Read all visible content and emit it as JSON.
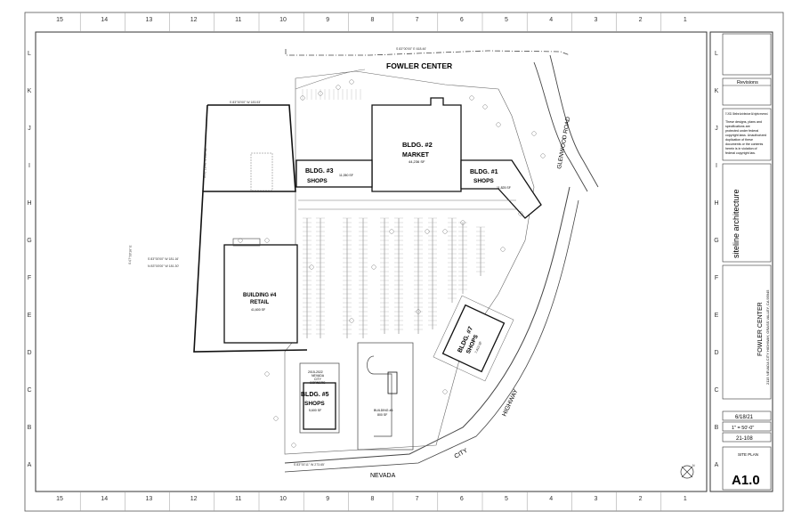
{
  "title_block": {
    "revisions_label": "Revisions",
    "copyright": "© 2021 Siteline Architecture All rights reserved.",
    "disclaimer": [
      "These designs, plans and",
      "specifications are",
      "protected under federal",
      "copyright laws. Unauthorized",
      "duplication of these",
      "documents or the contents",
      "herein is in violation of",
      "federal copyright law."
    ],
    "firm_name": "siteline architecture",
    "project_name": "FOWLER CENTER",
    "project_address": "2115 NEVADA CITY HIGHWAY, GRASS VALLEY, CA 95945",
    "date": "6/18/21",
    "scale": "1\" = 50'-0\"",
    "job_number": "21-108",
    "sheet_title": "SITE PLAN",
    "sheet_number": "A1.0"
  },
  "grid": {
    "columns": [
      "15",
      "14",
      "13",
      "12",
      "11",
      "10",
      "9",
      "8",
      "7",
      "6",
      "5",
      "4",
      "3",
      "2",
      "1"
    ],
    "rows": [
      "L",
      "K",
      "J",
      "I",
      "H",
      "G",
      "F",
      "E",
      "D",
      "C",
      "B",
      "A"
    ]
  },
  "site": {
    "center_name": "FOWLER CENTER",
    "roads": {
      "glenwood": "GLENWOOD ROAD",
      "highway": "HIGHWAY",
      "city": "CITY",
      "nevada": "NEVADA"
    },
    "buildings": [
      {
        "name": "BLDG. #2",
        "use": "MARKET",
        "area": "44,236 SF"
      },
      {
        "name": "BLDG. #3",
        "use": "SHOPS",
        "area": "11,050 SF"
      },
      {
        "name": "BLDG. #1",
        "use": "SHOPS",
        "area": "11,825 SF"
      },
      {
        "name": "BUILDING #4",
        "use": "RETAIL",
        "area": "41,600 SF"
      },
      {
        "name": "BLDG. #7",
        "use": "SHOPS",
        "area": "7,410 SF"
      },
      {
        "name": "BLDG. #5",
        "use": "SHOPS",
        "area": "5,600 SF"
      },
      {
        "name": "BUILDING #6",
        "use": "",
        "area": "800 SF"
      }
    ],
    "bldg5_note": [
      "2015-2022",
      "NEVADA",
      "CITY",
      "CORNERS"
    ],
    "bearings": {
      "top": "S 83°00'00\" E  618.46'",
      "bldg3_top": "S 83°00'00\" W  183.53'",
      "left_upper": "N 03°28'40\" E  183.53'",
      "mid1": "S 83°00'00\" W  181.16'",
      "mid2": "N 83°00'00\" W  181.30'",
      "left_side": "S 07°18'16\" E",
      "bottom": "S 83°00'11\" W  273.65'"
    }
  }
}
